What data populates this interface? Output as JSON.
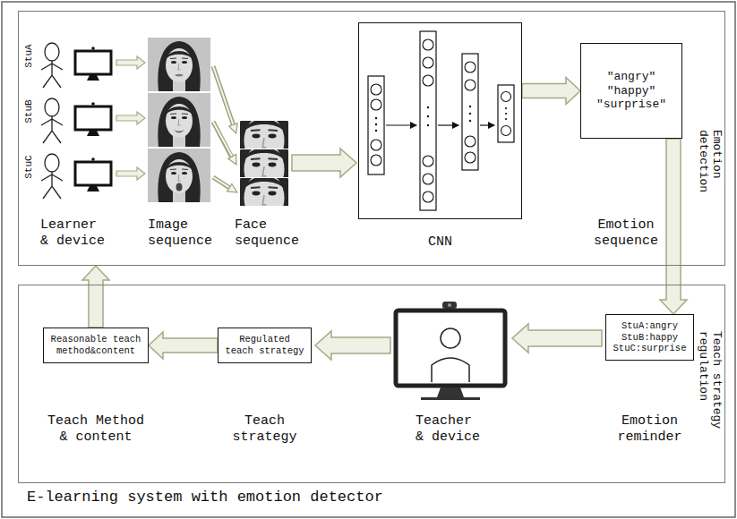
{
  "diagram": {
    "caption": "E-learning system with emotion detector",
    "nodes": [
      {
        "text": [
          "Emotion detection"
        ]
      },
      {
        "text": [
          "CNN"
        ],
        "in": 0
      },
      {
        "text": [
          "\"angry\" \"happy\" \"surprise\"",
          "Emotion sequence"
        ],
        "in": 0
      },
      {
        "text": [
          "Teach strategy regulation"
        ]
      },
      {
        "text": [
          "Reasonable teach method&content",
          "Teach Method & content"
        ],
        "in": 3
      },
      {
        "text": [
          "Regulated teach strategy",
          "Teach strategy"
        ],
        "in": 3
      },
      {
        "text": [
          "StuA:angry StuB:happy StuC:surprise",
          "Emotion reminder"
        ],
        "in": 3
      }
    ],
    "edges": [
      {
        "from": 1,
        "to": 2,
        "arrow": "to"
      },
      {
        "from": 2,
        "to": 6,
        "arrow": "to"
      },
      {
        "from": 5,
        "to": 4,
        "arrow": "to"
      },
      {
        "from": 4,
        "to": 0,
        "arrow": "to"
      }
    ],
    "labels": [
      "StuA",
      "StuB",
      "StuC",
      "Learner & device",
      "Image sequence",
      "Face sequence",
      "Teacher & device"
    ]
  }
}
